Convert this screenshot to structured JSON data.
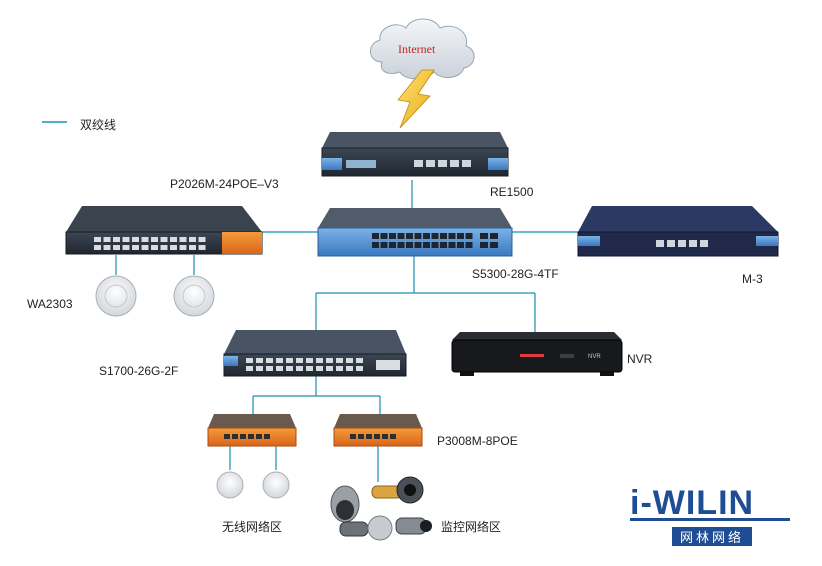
{
  "cloud": {
    "label": "Internet"
  },
  "legend": {
    "label": "双绞线",
    "line_color": "#1a8fb0"
  },
  "devices": {
    "router": {
      "label": "RE1500"
    },
    "core_switch": {
      "label": "S5300-28G-4TF"
    },
    "poe_switch_left": {
      "label": "P2026M-24POE–V3"
    },
    "gateway_right": {
      "label": "M-3"
    },
    "access_point": {
      "label": "WA2303"
    },
    "access_switch": {
      "label": "S1700-26G-2F"
    },
    "nvr": {
      "label": "NVR"
    },
    "poe_switch_small": {
      "label": "P3008M-8POE"
    }
  },
  "zones": {
    "wireless": "无线网络区",
    "surveillance": "监控网络区"
  },
  "brand": {
    "wordmark": "i-WILIN",
    "subtitle": "网林网络",
    "color": "#1e4d94"
  },
  "device_badges": {
    "nvr": "NVR"
  }
}
